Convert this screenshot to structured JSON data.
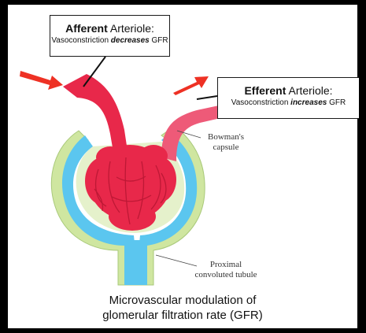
{
  "afferent_callout": {
    "bold": "Afferent",
    "rest": " Arteriole:",
    "sub_prefix": "Vasoconstriction ",
    "sub_emph": "decreases",
    "sub_suffix": " GFR"
  },
  "efferent_callout": {
    "bold": "Efferent",
    "rest": " Arteriole:",
    "sub_prefix": "Vasoconstriction ",
    "sub_emph": "increases",
    "sub_suffix": " GFR"
  },
  "labels": {
    "bowman_line1": "Bowman's",
    "bowman_line2": "capsule",
    "proximal_line1": "Proximal",
    "proximal_line2": "convoluted tubule"
  },
  "caption": {
    "line1": "Microvascular modulation of",
    "line2": "glomerular filtration rate (GFR)"
  },
  "colors": {
    "background": "#000000",
    "panel": "#ffffff",
    "arteriole_red": "#e8284a",
    "efferent_pink": "#ee5a78",
    "capsular_space_blue": "#5bc6ef",
    "capsule_wall_green": "#cfe6a0",
    "arrow_red": "#ee3124"
  }
}
